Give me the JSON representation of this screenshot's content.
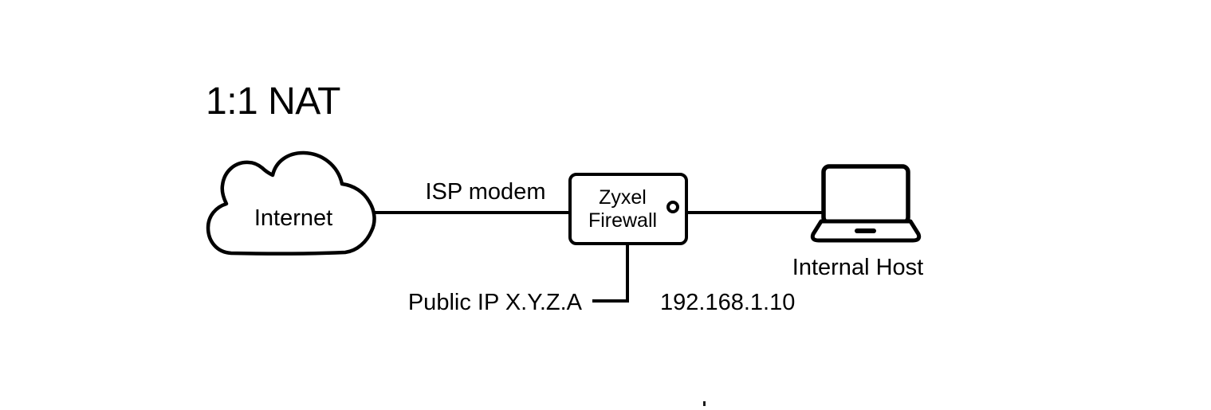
{
  "title": "1:1 NAT",
  "nodes": {
    "internet": {
      "label": "Internet"
    },
    "firewall": {
      "line1": "Zyxel",
      "line2": "Firewall"
    },
    "internal_host": {
      "label": "Internal Host"
    }
  },
  "links": {
    "wan": {
      "label": "ISP modem"
    },
    "public_ip": {
      "label": "Public IP X.Y.Z.A"
    },
    "lan_ip": {
      "label": "192.168.1.10"
    }
  },
  "colors": {
    "stroke": "#000000",
    "text": "#000000",
    "background": "#ffffff"
  }
}
